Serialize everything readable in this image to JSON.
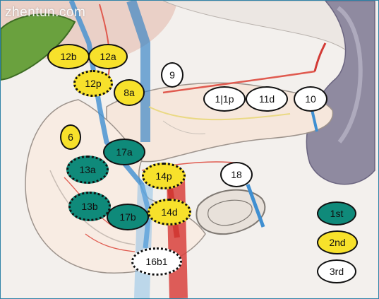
{
  "watermark": "zhentun.com",
  "colors": {
    "first_tier": "#0f8a7a",
    "second_tier": "#f7e12b",
    "third_tier": "#ffffff",
    "border": "#111111"
  },
  "nodes": {
    "n12b": "12b",
    "n12a": "12a",
    "n12p": "12p",
    "n8a": "8a",
    "n9": "9",
    "n11p": "1|1p",
    "n11d": "11d",
    "n10": "10",
    "n6": "6",
    "n17a": "17a",
    "n13a": "13a",
    "n14p": "14p",
    "n18": "18",
    "n13b": "13b",
    "n17b": "17b",
    "n14d": "14d",
    "n16b1": "16b1"
  },
  "legend": {
    "first": "1st",
    "second": "2nd",
    "third": "3rd"
  }
}
